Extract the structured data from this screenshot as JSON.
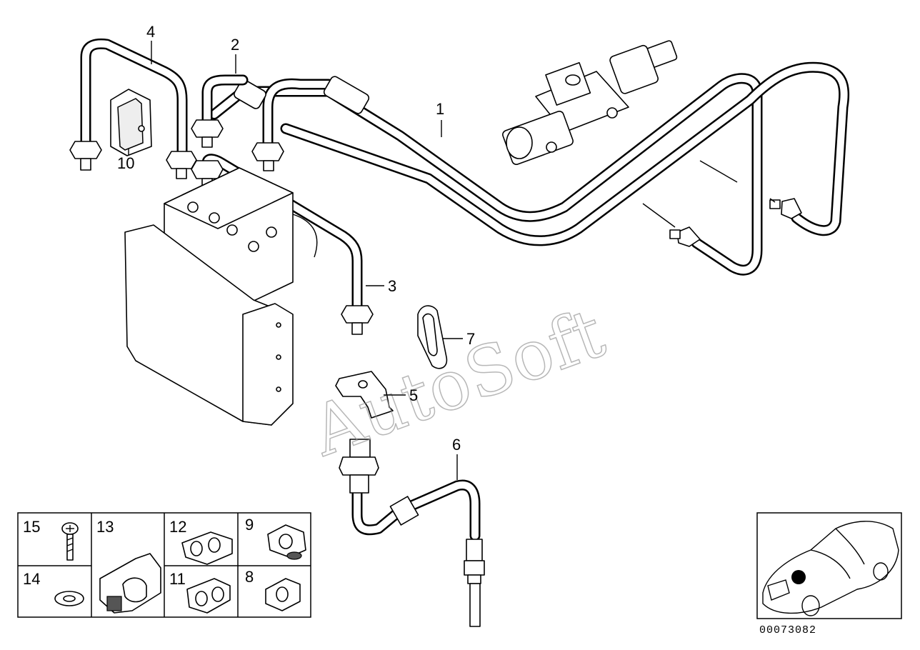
{
  "callouts": [
    "1",
    "2",
    "3",
    "4",
    "5",
    "6",
    "7",
    "10"
  ],
  "parts_grid": {
    "row1": [
      "15",
      "13",
      "12",
      "9"
    ],
    "row2": [
      "14",
      "11",
      "8"
    ]
  },
  "watermark": "AutoSoft",
  "reference_number": "00073082"
}
